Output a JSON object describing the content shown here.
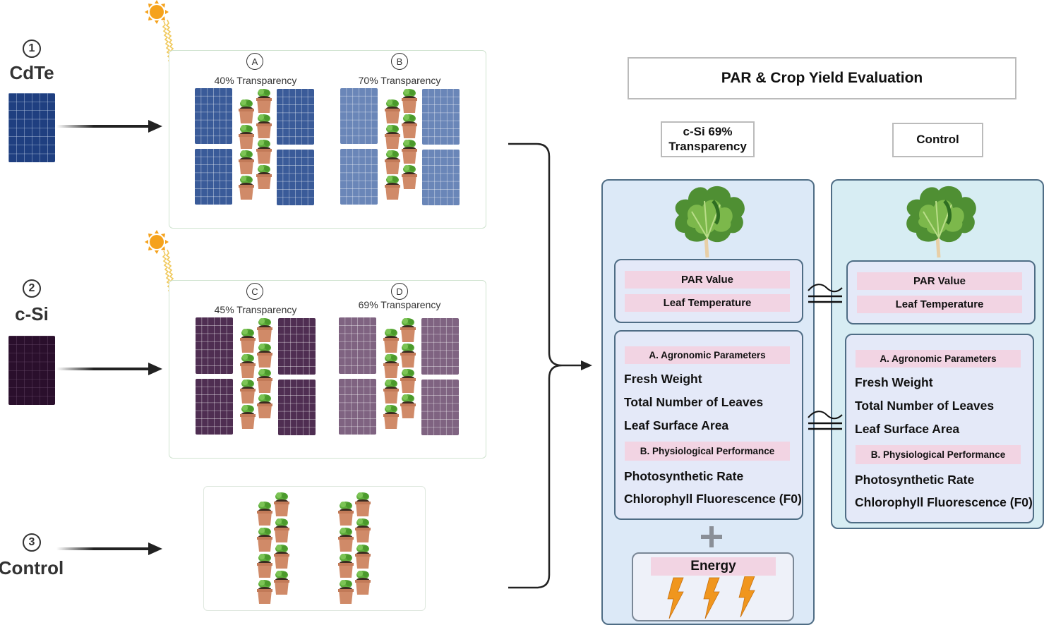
{
  "left_groups": [
    {
      "number": "1",
      "name": "CdTe",
      "panel_color": "#1f3f80",
      "panel_colors": [
        "#3a5b99",
        "#6a86b8"
      ],
      "setups": [
        {
          "letter": "A",
          "label": "40% Transparency"
        },
        {
          "letter": "B",
          "label": "70% Transparency"
        }
      ]
    },
    {
      "number": "2",
      "name": "c-Si",
      "panel_color": "#2a0f2c",
      "panel_colors": [
        "#4f2e52",
        "#7f6381"
      ],
      "setups": [
        {
          "letter": "C",
          "label": "45% Transparency"
        },
        {
          "letter": "D",
          "label": "69% Transparency"
        }
      ]
    },
    {
      "number": "3",
      "name": "Control"
    }
  ],
  "evaluation": {
    "title": "PAR & Crop Yield Evaluation",
    "columns": [
      {
        "header_line1": "c-Si 69%",
        "header_line2": "Transparency",
        "microclimate": [
          "PAR Value",
          "Leaf Temperature"
        ],
        "section_a": "A. Agronomic Parameters",
        "agronomic": [
          "Fresh Weight",
          "Total Number of Leaves",
          "Leaf Surface Area"
        ],
        "section_b": "B. Physiological Performance",
        "physiological": [
          "Photosynthetic Rate",
          "Chlorophyll Fluorescence (F0)"
        ],
        "plus": "+",
        "energy_label": "Energy"
      },
      {
        "header_line1": "Control",
        "microclimate": [
          "PAR Value",
          "Leaf Temperature"
        ],
        "section_a": "A. Agronomic Parameters",
        "agronomic": [
          "Fresh Weight",
          "Total Number of Leaves",
          "Leaf Surface Area"
        ],
        "section_b": "B. Physiological Performance",
        "physiological": [
          "Photosynthetic Rate",
          "Chlorophyll Fluorescence (F0)"
        ]
      }
    ],
    "comparison_symbol": "≅"
  },
  "colors": {
    "card_left_bg": "#dce9f7",
    "card_right_bg": "#d7edf3",
    "card_border": "#4f6d85",
    "sub_card_bg": "#e4e9f8",
    "pink_label": "#f2d4e3",
    "sun": "#f5a21c",
    "bolt": "#f0961e",
    "pot": "#d08a68",
    "leaf": "#5fae3c"
  }
}
